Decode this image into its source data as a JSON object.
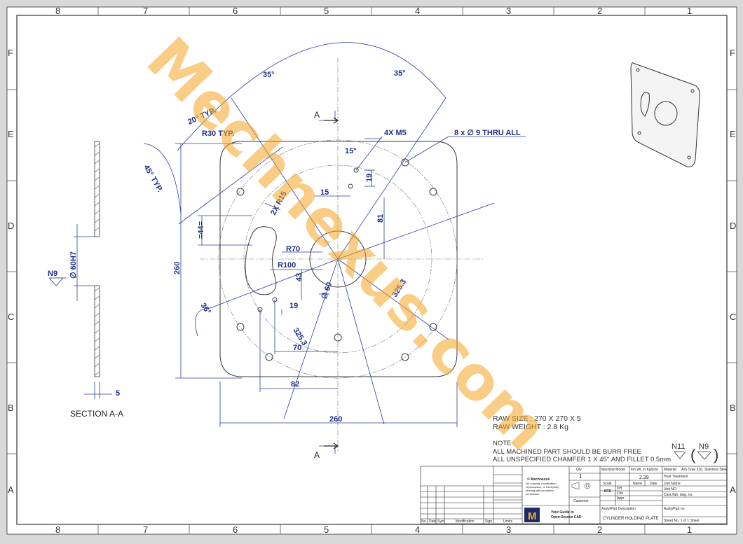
{
  "frame": {
    "columns": [
      "8",
      "7",
      "6",
      "5",
      "4",
      "3",
      "2",
      "1"
    ],
    "rows": [
      "F",
      "E",
      "D",
      "C",
      "B",
      "A"
    ]
  },
  "watermark": "Mechnexus.com",
  "section": {
    "label": "SECTION A-A",
    "finish": "N9",
    "bore": "∅ 60H7",
    "thickness": "5"
  },
  "cut_labels": [
    "A",
    "A"
  ],
  "dimensions": {
    "angle_left": "35°",
    "angle_right": "35°",
    "typ20": "20° TYP.",
    "r30": "R30 TYP.",
    "typ45": "45° TYP.",
    "tap": "4X M5",
    "holes": "8 x ∅ 9 THRU ALL",
    "a15deg": "15°",
    "d19a": "19",
    "d15": "15",
    "d81": "81",
    "r15": "2X R15",
    "eq44": "=44=",
    "r70": "R70",
    "r100": "R100",
    "d43": "43",
    "d19b": "19",
    "d60": "∅ 60",
    "a36": "36°",
    "d325a": "325.3",
    "d325b": "325.3",
    "d70": "70",
    "d82": "82",
    "d260h": "260",
    "d260v": "260"
  },
  "notes": {
    "raw_size": "RAW SIZE : 270 X 270 X 5",
    "raw_weight": "RAW WEIGHT : 2.8 Kg",
    "note_title": "NOTE :",
    "note1": "ALL MACHINED PART SHOULD BE BURR FREE",
    "note2": "ALL UNSPECIFIED CHAMFER 1 X 45° AND FILLET 0.5mm",
    "finish1": "N11",
    "finish2": "N9"
  },
  "title_block": {
    "rev_headers": [
      "No.",
      "Date",
      "Sym.",
      "Modification",
      "Sign",
      "Limits"
    ],
    "copyright_title": "© Mechnexus",
    "copyright_text": "No copying, modification, reproduction, or third-party sharing without written permission.",
    "qty_label": "Qty",
    "qty": "1",
    "machine_model": "Machine Model",
    "fin_wt": "Fin.Wt. in Kg/size",
    "fin_wt_value": "2.39",
    "material_label": "Material",
    "material": "AIS Type 316, Stainless Steel",
    "heat": "Heat Treatment",
    "unit_name": "Unit Name",
    "unit_no": "Unit NO.",
    "cast": "Cast./fab. dwg. no.",
    "scale": "Scale",
    "scale_value": "NTS",
    "name_h": "Name",
    "date_h": "Date",
    "dh": "DH",
    "chk": "Chk",
    "appr": "Appr",
    "customer": "Customer",
    "assy_desc": "Assly/Part Description",
    "description": "CYLINDER HOLDING PLATE",
    "assy_no": "Assly/Part no.",
    "sheet_no": "Sheet No. 1 of 1 Sheet",
    "logo": "M",
    "tag1": "Your Guide to",
    "tag2": "Open-Source CAD"
  },
  "colors": {
    "dimension": "#1f2f86",
    "watermark": "#f5a623",
    "logo_bg": "#1c2a6b",
    "logo_fg": "#f0b323"
  }
}
